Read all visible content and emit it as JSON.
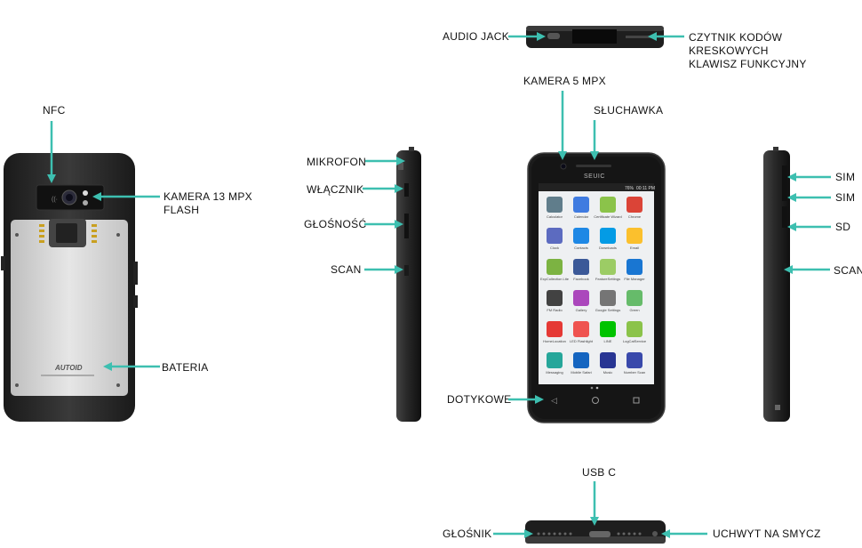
{
  "labels": {
    "nfc": "NFC",
    "camera_13": "KAMERA 13 MPX\nFLASH",
    "battery": "BATERIA",
    "microphone": "MIKROFON",
    "power": "WŁĄCZNIK",
    "volume": "GŁOŚNOŚĆ",
    "scan_left": "SCAN",
    "audio_jack": "AUDIO JACK",
    "barcode": "CZYTNIK KODÓW KRESKOWYCH\nKLAWISZ FUNKCYJNY",
    "camera_5": "KAMERA 5 MPX",
    "earpiece": "SŁUCHAWKA",
    "touch": "DOTYKOWE",
    "sim1": "SIM",
    "sim2": "SIM",
    "sd": "SD",
    "scan_right": "SCAN",
    "usb": "USB C",
    "speaker": "GŁOŚNIK",
    "strap": "UCHWYT NA SMYCZ"
  },
  "device": {
    "brand_back": "AUTOID",
    "brand_front": "SEUIC",
    "status_time": "00:11 PM",
    "status_battery": "76%"
  },
  "apps": [
    {
      "name": "Calculator",
      "color": "#607d8b"
    },
    {
      "name": "Calendar",
      "color": "#3f7be0"
    },
    {
      "name": "Certificate Wizard",
      "color": "#8bc34a"
    },
    {
      "name": "Chrome",
      "color": "#db4437"
    },
    {
      "name": "Clock",
      "color": "#5c6bc0"
    },
    {
      "name": "Contacts",
      "color": "#1e88e5"
    },
    {
      "name": "Downloads",
      "color": "#039be5"
    },
    {
      "name": "Email",
      "color": "#fbc02d"
    },
    {
      "name": "ExpCollection Lite",
      "color": "#7cb342"
    },
    {
      "name": "Facebook",
      "color": "#3b5998"
    },
    {
      "name": "FeatureSettings",
      "color": "#9ccc65"
    },
    {
      "name": "File Manager",
      "color": "#1976d2"
    },
    {
      "name": "FM Radio",
      "color": "#424242"
    },
    {
      "name": "Gallery",
      "color": "#ab47bc"
    },
    {
      "name": "Google Settings",
      "color": "#757575"
    },
    {
      "name": "Green",
      "color": "#66bb6a"
    },
    {
      "name": "HomeLocation",
      "color": "#e53935"
    },
    {
      "name": "LED Flashlight",
      "color": "#ef5350"
    },
    {
      "name": "LINE",
      "color": "#00c300"
    },
    {
      "name": "LogCatService",
      "color": "#8bc34a"
    },
    {
      "name": "Messaging",
      "color": "#26a69a"
    },
    {
      "name": "Mobile Safari",
      "color": "#1565c0"
    },
    {
      "name": "Music",
      "color": "#283593"
    },
    {
      "name": "Number Scan",
      "color": "#3949ab"
    }
  ]
}
